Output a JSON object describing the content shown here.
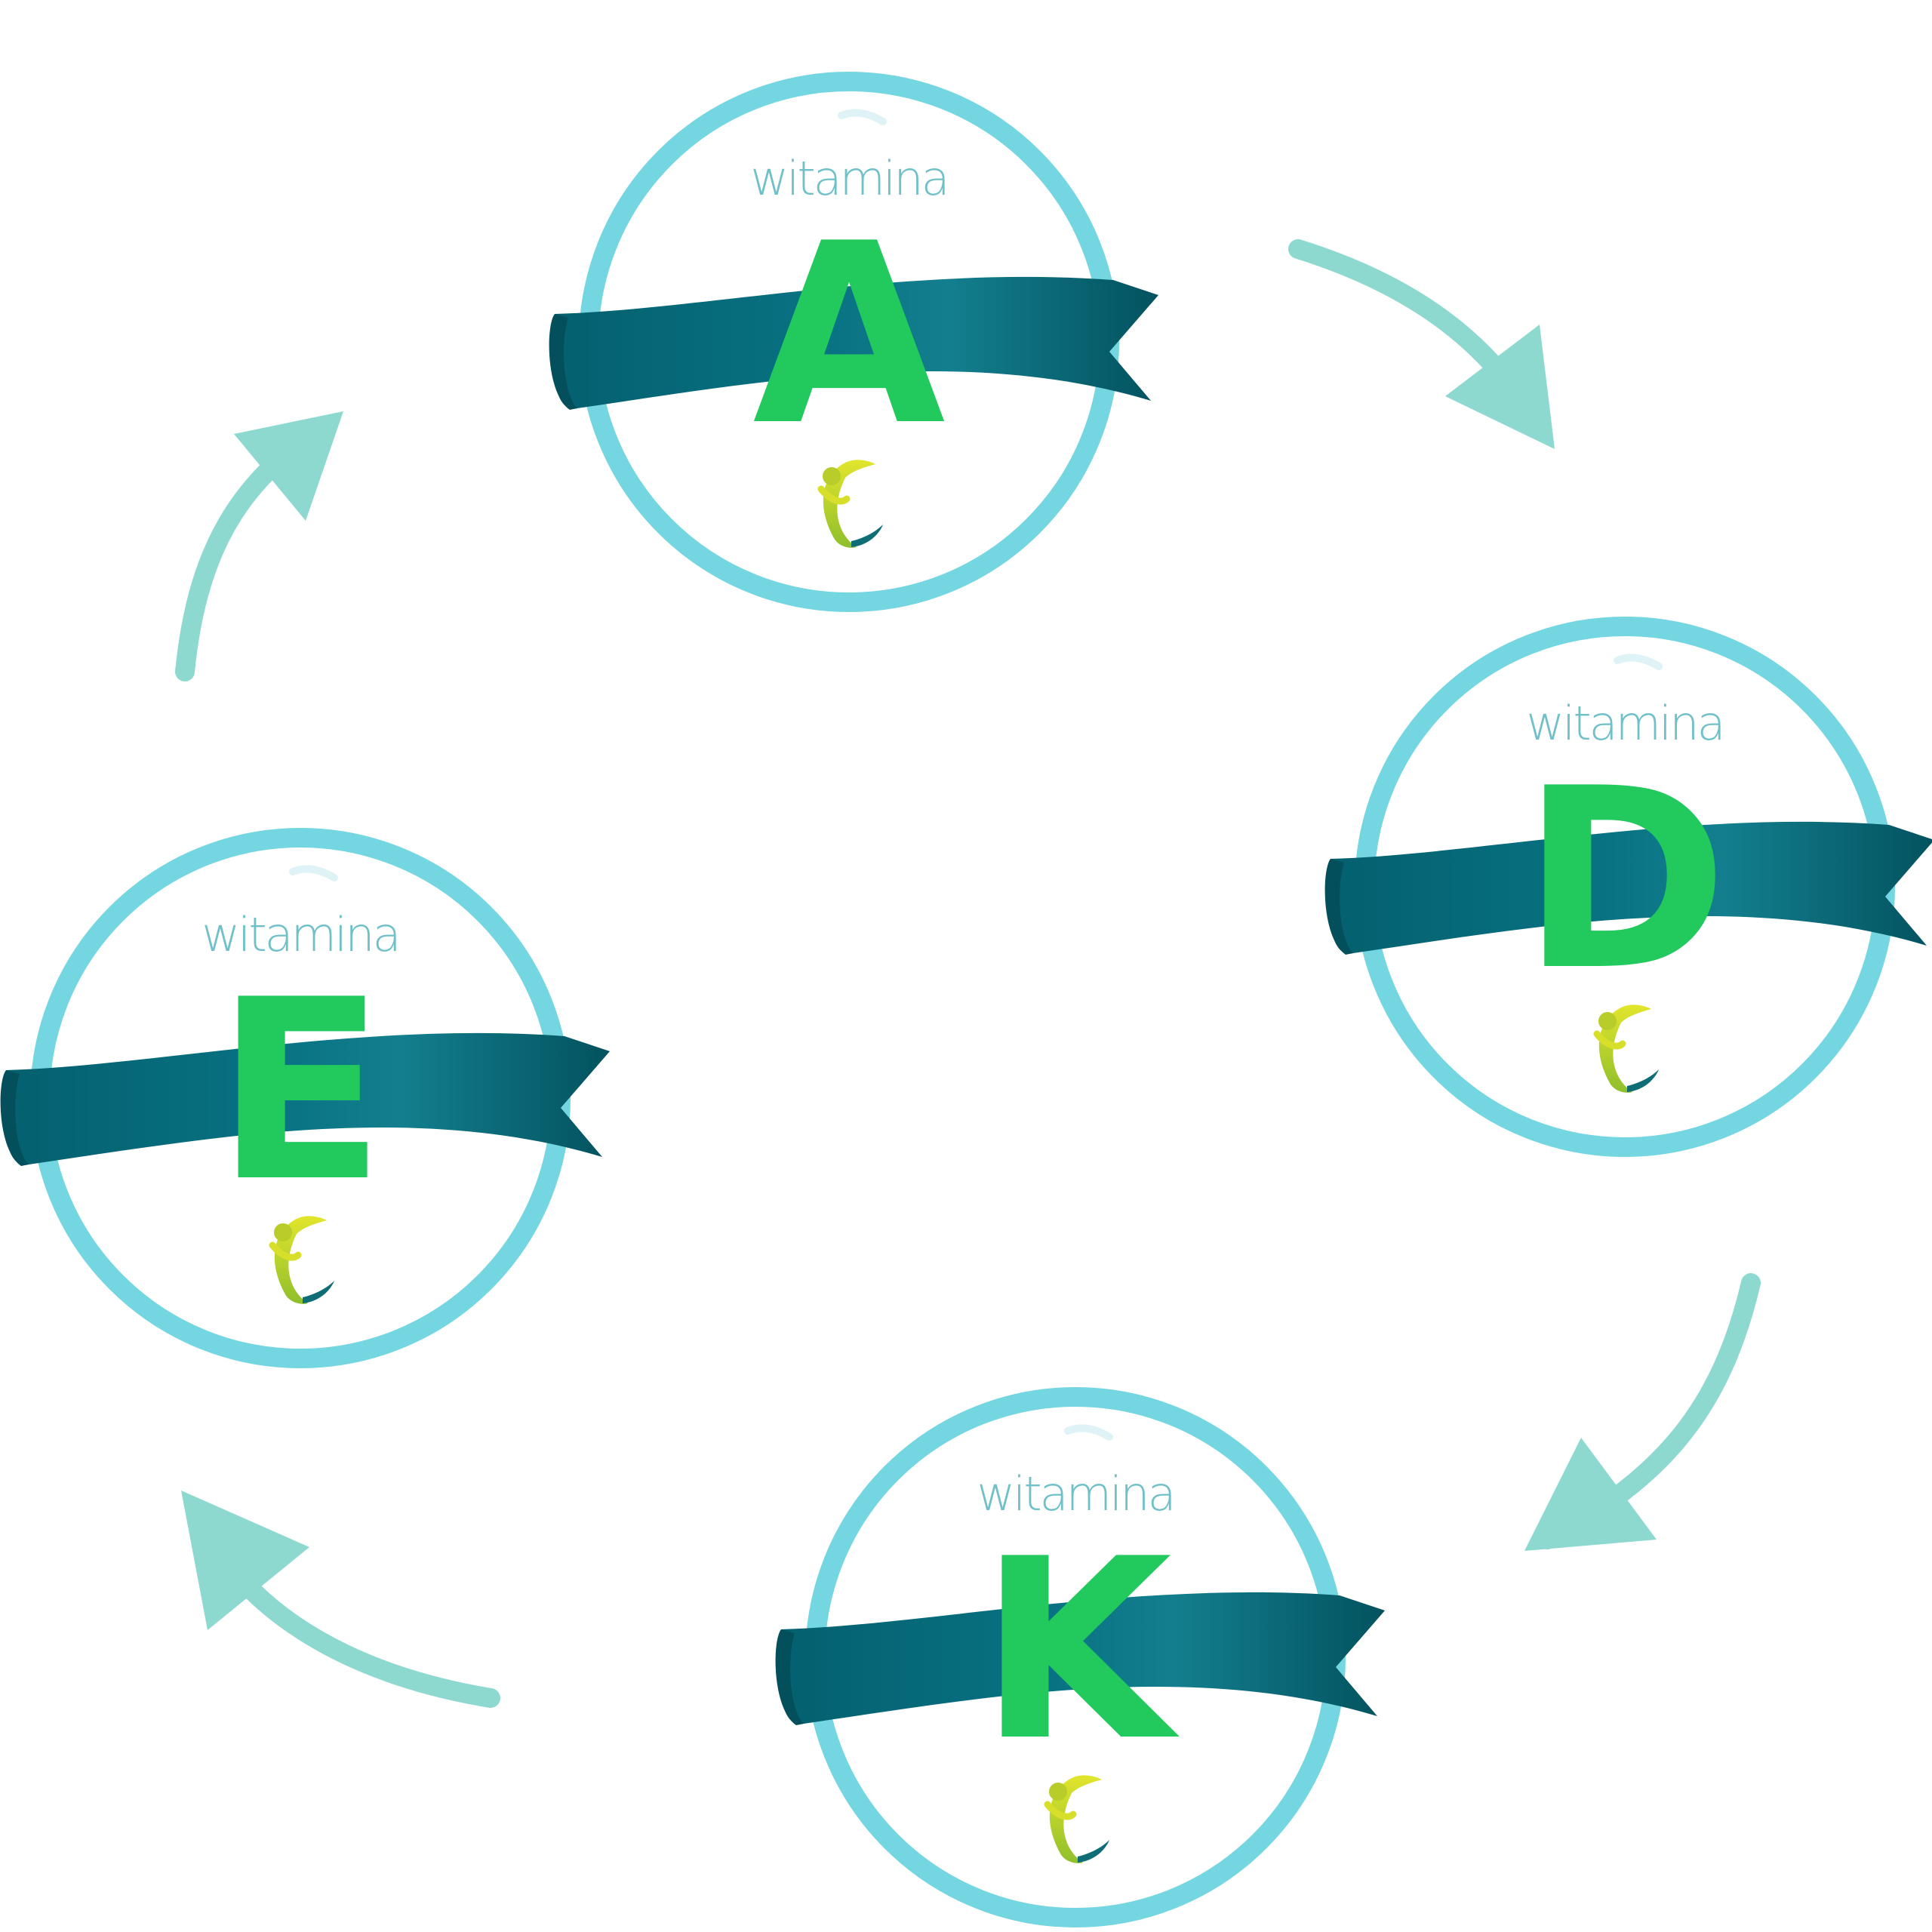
{
  "colors": {
    "ring": "#74d6e0",
    "ring_fill": "#ffffff",
    "ribbon_dark": "#04606e",
    "ribbon_mid": "#0a7d8c",
    "ribbon_light": "#137f8e",
    "letter": "#22c95d",
    "caption": "#6fc0c8",
    "arrow": "#8dd9d0",
    "logo_green": "#b8cc2a",
    "logo_lime": "#d7df2b",
    "logo_teal": "#0f6d76"
  },
  "badges": [
    {
      "id": "a",
      "caption": "witamina",
      "letter": "A"
    },
    {
      "id": "d",
      "caption": "witamina",
      "letter": "D"
    },
    {
      "id": "k",
      "caption": "witamina",
      "letter": "K"
    },
    {
      "id": "e",
      "caption": "witamina",
      "letter": "E"
    }
  ],
  "cycle_order": [
    "A",
    "D",
    "K",
    "E"
  ],
  "icons": {
    "arrow": "curved-arrow-icon",
    "logo": "brand-logo-icon"
  }
}
